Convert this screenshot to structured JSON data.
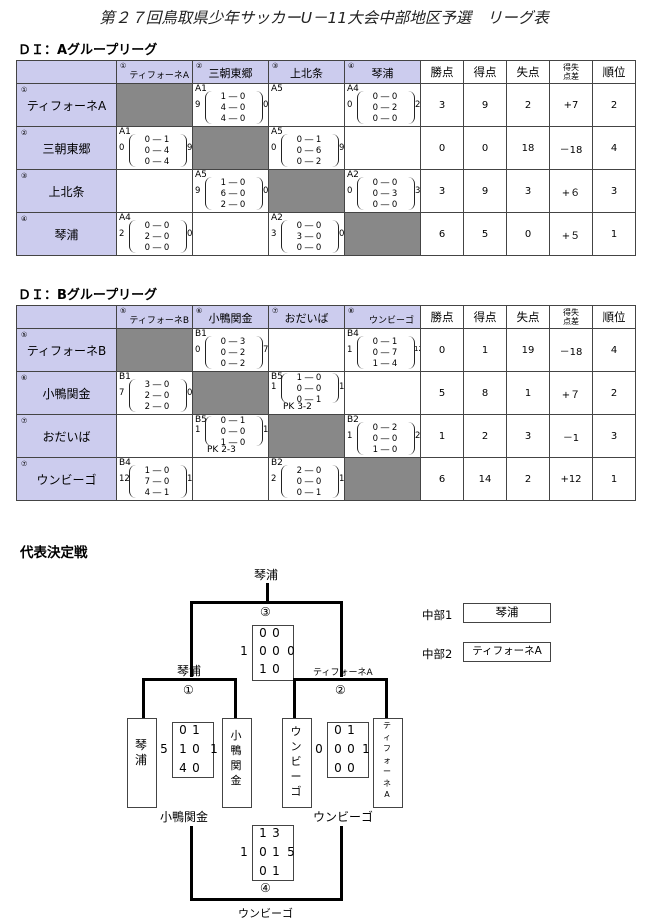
{
  "title": "第２７回鳥取県少年サッカーU－11大会中部地区予選　リーグ表",
  "groupA": {
    "heading": "ＤＩ：Aグループリーグ",
    "teams": [
      {
        "num": "①",
        "name": "ティフォーネA"
      },
      {
        "num": "②",
        "name": "三朝東郷"
      },
      {
        "num": "③",
        "name": "上北条"
      },
      {
        "num": "④",
        "name": "琴浦"
      }
    ],
    "stat_headers": [
      "勝点",
      "得点",
      "失点",
      "得失点差",
      "順位"
    ],
    "rows": [
      {
        "cells": [
          null,
          {
            "code": "A1",
            "left": "9",
            "lines": [
              "1 ― 0",
              "4 ― 0",
              "4 ― 0"
            ],
            "right": "0"
          },
          {
            "code": "A5",
            "left": "",
            "lines": [],
            "right": ""
          },
          {
            "code": "A4",
            "left": "0",
            "lines": [
              "0 ― 0",
              "0 ― 2",
              "0 ― 0"
            ],
            "right": "2"
          }
        ],
        "stats": [
          "3",
          "9",
          "2",
          "+7",
          "2"
        ]
      },
      {
        "cells": [
          {
            "code": "A1",
            "left": "0",
            "lines": [
              "0 ― 1",
              "0 ― 4",
              "0 ― 4"
            ],
            "right": "9"
          },
          null,
          {
            "code": "A5",
            "left": "0",
            "lines": [
              "0 ― 1",
              "0 ― 6",
              "0 ― 2"
            ],
            "right": "9"
          },
          {
            "code": "",
            "left": "",
            "lines": [],
            "right": ""
          }
        ],
        "stats": [
          "0",
          "0",
          "18",
          "－18",
          "4"
        ]
      },
      {
        "cells": [
          {
            "code": "",
            "left": "",
            "lines": [],
            "right": ""
          },
          {
            "code": "A5",
            "left": "9",
            "lines": [
              "1 ― 0",
              "6 ― 0",
              "2 ― 0"
            ],
            "right": "0"
          },
          null,
          {
            "code": "A2",
            "left": "0",
            "lines": [
              "0 ― 0",
              "0 ― 3",
              "0 ― 0"
            ],
            "right": "3"
          }
        ],
        "stats": [
          "3",
          "9",
          "3",
          "+６",
          "3"
        ]
      },
      {
        "cells": [
          {
            "code": "A4",
            "left": "2",
            "lines": [
              "0 ― 0",
              "2 ― 0",
              "0 ― 0"
            ],
            "right": "0"
          },
          {
            "code": "",
            "left": "",
            "lines": [],
            "right": ""
          },
          {
            "code": "A2",
            "left": "3",
            "lines": [
              "0 ― 0",
              "3 ― 0",
              "0 ― 0"
            ],
            "right": "0"
          },
          null
        ],
        "stats": [
          "6",
          "5",
          "0",
          "+５",
          "1"
        ]
      }
    ]
  },
  "groupB": {
    "heading": "ＤＩ：Bグループリーグ",
    "teams": [
      {
        "num": "⑤",
        "name": "ティフォーネB"
      },
      {
        "num": "⑥",
        "name": "小鴨関金"
      },
      {
        "num": "⑦",
        "name": "おだいば"
      },
      {
        "num": "⑧",
        "name": "ウンビーゴ"
      }
    ],
    "row_nums": [
      "⑤",
      "⑥",
      "⑦",
      "⑦"
    ],
    "stat_headers": [
      "勝点",
      "得点",
      "失点",
      "得失点差",
      "順位"
    ],
    "rows": [
      {
        "cells": [
          null,
          {
            "code": "B1",
            "left": "0",
            "lines": [
              "0 ― 3",
              "0 ― 2",
              "0 ― 2"
            ],
            "right": "7"
          },
          {
            "code": "",
            "left": "",
            "lines": [],
            "right": ""
          },
          {
            "code": "B4",
            "left": "1",
            "lines": [
              "0 ― 1",
              "0 ― 7",
              "1 ― 4"
            ],
            "right": "12"
          }
        ],
        "stats": [
          "0",
          "1",
          "19",
          "－18",
          "4"
        ]
      },
      {
        "cells": [
          {
            "code": "B1",
            "left": "7",
            "lines": [
              "3 ― 0",
              "2 ― 0",
              "2 ― 0"
            ],
            "right": "0"
          },
          null,
          {
            "code": "B5",
            "left": "1",
            "lines": [
              "1 ― 0",
              "0 ― 0",
              "0 ― 1"
            ],
            "right": "1",
            "pk": "PK 3-2"
          },
          {
            "code": "",
            "left": "",
            "lines": [],
            "right": ""
          }
        ],
        "stats": [
          "5",
          "8",
          "1",
          "+７",
          "2"
        ]
      },
      {
        "cells": [
          {
            "code": "",
            "left": "",
            "lines": [],
            "right": ""
          },
          {
            "code": "B5",
            "left": "1",
            "lines": [
              "0 ― 1",
              "0 ― 0",
              "1 ― 0"
            ],
            "right": "1",
            "pk": "PK 2-3"
          },
          null,
          {
            "code": "B2",
            "left": "1",
            "lines": [
              "0 ― 2",
              "0 ― 0",
              "1 ― 0"
            ],
            "right": "2"
          }
        ],
        "stats": [
          "1",
          "2",
          "3",
          "－1",
          "3"
        ]
      },
      {
        "cells": [
          {
            "code": "B4",
            "left": "12",
            "lines": [
              "1 ― 0",
              "7 ― 0",
              "4 ― 1"
            ],
            "right": "1"
          },
          {
            "code": "",
            "left": "",
            "lines": [],
            "right": ""
          },
          {
            "code": "B2",
            "left": "2",
            "lines": [
              "2 ― 0",
              "0 ― 0",
              "0 ― 1"
            ],
            "right": "1"
          },
          null
        ],
        "stats": [
          "6",
          "14",
          "2",
          "+12",
          "1"
        ]
      }
    ]
  },
  "playoff": {
    "heading": "代表決定戦",
    "final_winner": "琴浦",
    "match3": {
      "label": "③",
      "total_left": "1",
      "total_right": "0",
      "top": [
        "0",
        "0"
      ],
      "mid": [
        "0",
        "0"
      ],
      "bot": [
        "1",
        "0"
      ]
    },
    "semi1": {
      "winner": "琴浦",
      "label": "①",
      "left_team": "琴浦",
      "right_team": "小鴨関金",
      "total_left": "5",
      "total_right": "1",
      "top": [
        "0",
        "1"
      ],
      "mid": [
        "1",
        "0"
      ],
      "bot": [
        "4",
        "0"
      ],
      "bottom_label": "小鴨関金"
    },
    "semi2": {
      "winner": "ティフォーネA",
      "label": "②",
      "left_team": "ウンビーゴ",
      "right_team": "ティフォーネA",
      "total_left": "0",
      "total_right": "1",
      "top": [
        "0",
        "1"
      ],
      "mid": [
        "0",
        "0"
      ],
      "bot": [
        "0",
        "0"
      ],
      "bottom_label": "ウンビーゴ"
    },
    "match4": {
      "label": "④",
      "winner": "ウンビーゴ",
      "total_left": "1",
      "total_right": "5",
      "top": [
        "1",
        "3"
      ],
      "mid": [
        "0",
        "1"
      ],
      "bot": [
        "0",
        "1"
      ]
    },
    "representatives": [
      {
        "label": "中部1",
        "team": "琴浦"
      },
      {
        "label": "中部2",
        "team": "ティフォーネA"
      }
    ]
  }
}
